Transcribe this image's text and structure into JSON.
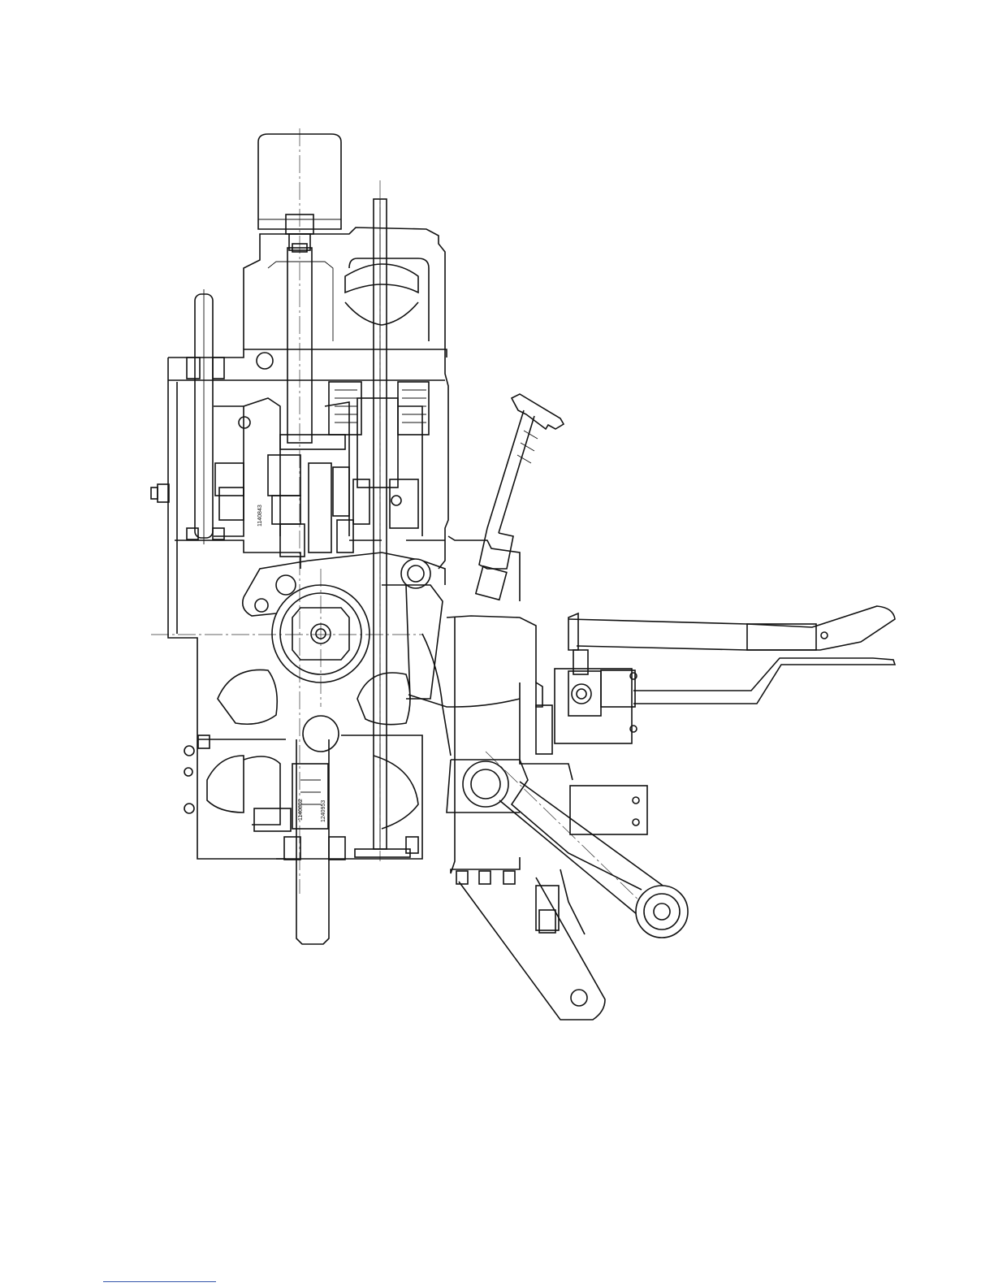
{
  "page": {
    "background": "#ffffff",
    "line_color": "#111111",
    "footer_rule_color": "#3355aa"
  },
  "drawing": {
    "subject": "transaxle-assembly-section",
    "part_numbers": [
      "1140843",
      "1140852",
      "1240953"
    ]
  }
}
